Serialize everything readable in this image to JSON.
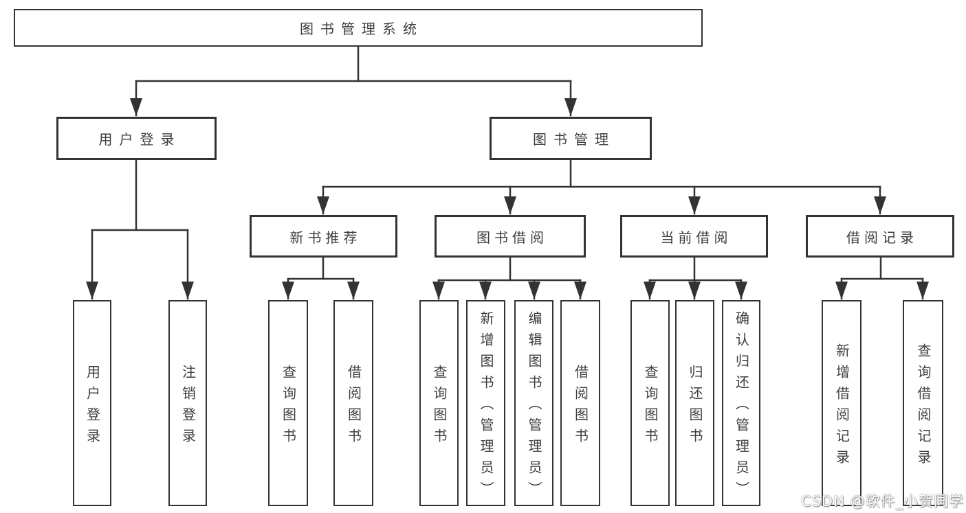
{
  "diagram_title": "图书管理系统",
  "tree": {
    "label": "图书管理系统",
    "children": [
      {
        "label": "用户登录",
        "children": [
          {
            "label": "用户登录"
          },
          {
            "label": "注销登录"
          }
        ]
      },
      {
        "label": "图书管理",
        "children": [
          {
            "label": "新书推荐",
            "children": [
              {
                "label": "查询图书"
              },
              {
                "label": "借阅图书"
              }
            ]
          },
          {
            "label": "图书借阅",
            "children": [
              {
                "label": "查询图书"
              },
              {
                "label": "新增图书（管理员）"
              },
              {
                "label": "编辑图书（管理员）"
              },
              {
                "label": "借阅图书"
              }
            ]
          },
          {
            "label": "当前借阅",
            "children": [
              {
                "label": "查询图书"
              },
              {
                "label": "归还图书"
              },
              {
                "label": "确认归还（管理员）"
              }
            ]
          },
          {
            "label": "借阅记录",
            "children": [
              {
                "label": "新增借阅记录"
              },
              {
                "label": "查询借阅记录"
              }
            ]
          }
        ]
      }
    ]
  },
  "watermark": {
    "text": "CSDN @软件_小贺同学"
  },
  "colors": {
    "line": "#333333",
    "box_border": "#333333",
    "text": "#3e3e3e",
    "background": "#ffffff",
    "watermark_fill": "#fdfdfd"
  }
}
